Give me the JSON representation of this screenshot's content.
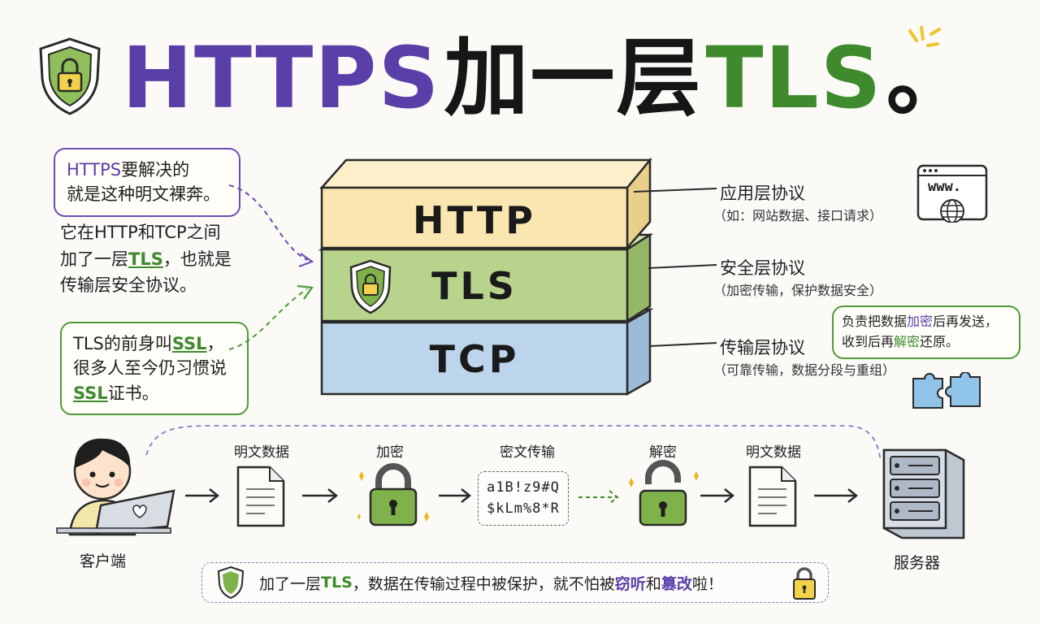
{
  "title": {
    "part1": "HTTPS",
    "part2": "加一层",
    "part3": "TLS",
    "part4": "。"
  },
  "bubble_top": {
    "line1_hl": "HTTPS",
    "line1_rest": "要解决的",
    "line2": "就是这种明文裸奔。"
  },
  "middle_text": {
    "line1": "它在HTTP和TCP之间",
    "line2_pre": "加了一层",
    "line2_hl": "TLS",
    "line2_post": "，也就是",
    "line3": "传输层安全协议。"
  },
  "bubble_bottom": {
    "line1_pre": "TLS的前身叫",
    "line1_hl": "SSL",
    "line1_post": "，",
    "line2": "很多人至今仍习惯说",
    "line3_hl": "SSL",
    "line3_post": "证书。"
  },
  "layers": [
    {
      "name": "HTTP",
      "color": "#f9e6b0",
      "main": "应用层协议",
      "sub": "（如：网站数据、接口请求）"
    },
    {
      "name": "TLS",
      "color": "#b8d48c",
      "main": "安全层协议",
      "sub": "（加密传输，保护数据安全）"
    },
    {
      "name": "TCP",
      "color": "#bcd5ec",
      "main": "传输层协议",
      "sub": "（可靠传输，数据分段与重组）"
    }
  ],
  "browser_text": "www.",
  "note_right": {
    "line1_pre": "负责把数据",
    "line1_hl": "加密",
    "line1_post": "后再发送，",
    "line2_pre": "收到后再",
    "line2_hl": "解密",
    "line2_post": "还原。"
  },
  "flow": {
    "client": "客户端",
    "server": "服务器",
    "step1": "明文数据",
    "step2": "加密",
    "step3": "密文传输",
    "step4": "解密",
    "step5": "明文数据",
    "cipher_line1": "a1B!z9#Q",
    "cipher_line2": "$kLm%8*R"
  },
  "bottom_note": {
    "pre": "加了一层",
    "tls": "TLS",
    "mid": "，数据在传输过程中被保护，就不怕被",
    "w1": "窃听",
    "and": "和",
    "w2": "篡改",
    "end": "啦！"
  },
  "colors": {
    "purple": "#5a3fa8",
    "green": "#3f8a2c",
    "http": "#f9e6b0",
    "tls": "#b8d48c",
    "tcp": "#bcd5ec"
  }
}
